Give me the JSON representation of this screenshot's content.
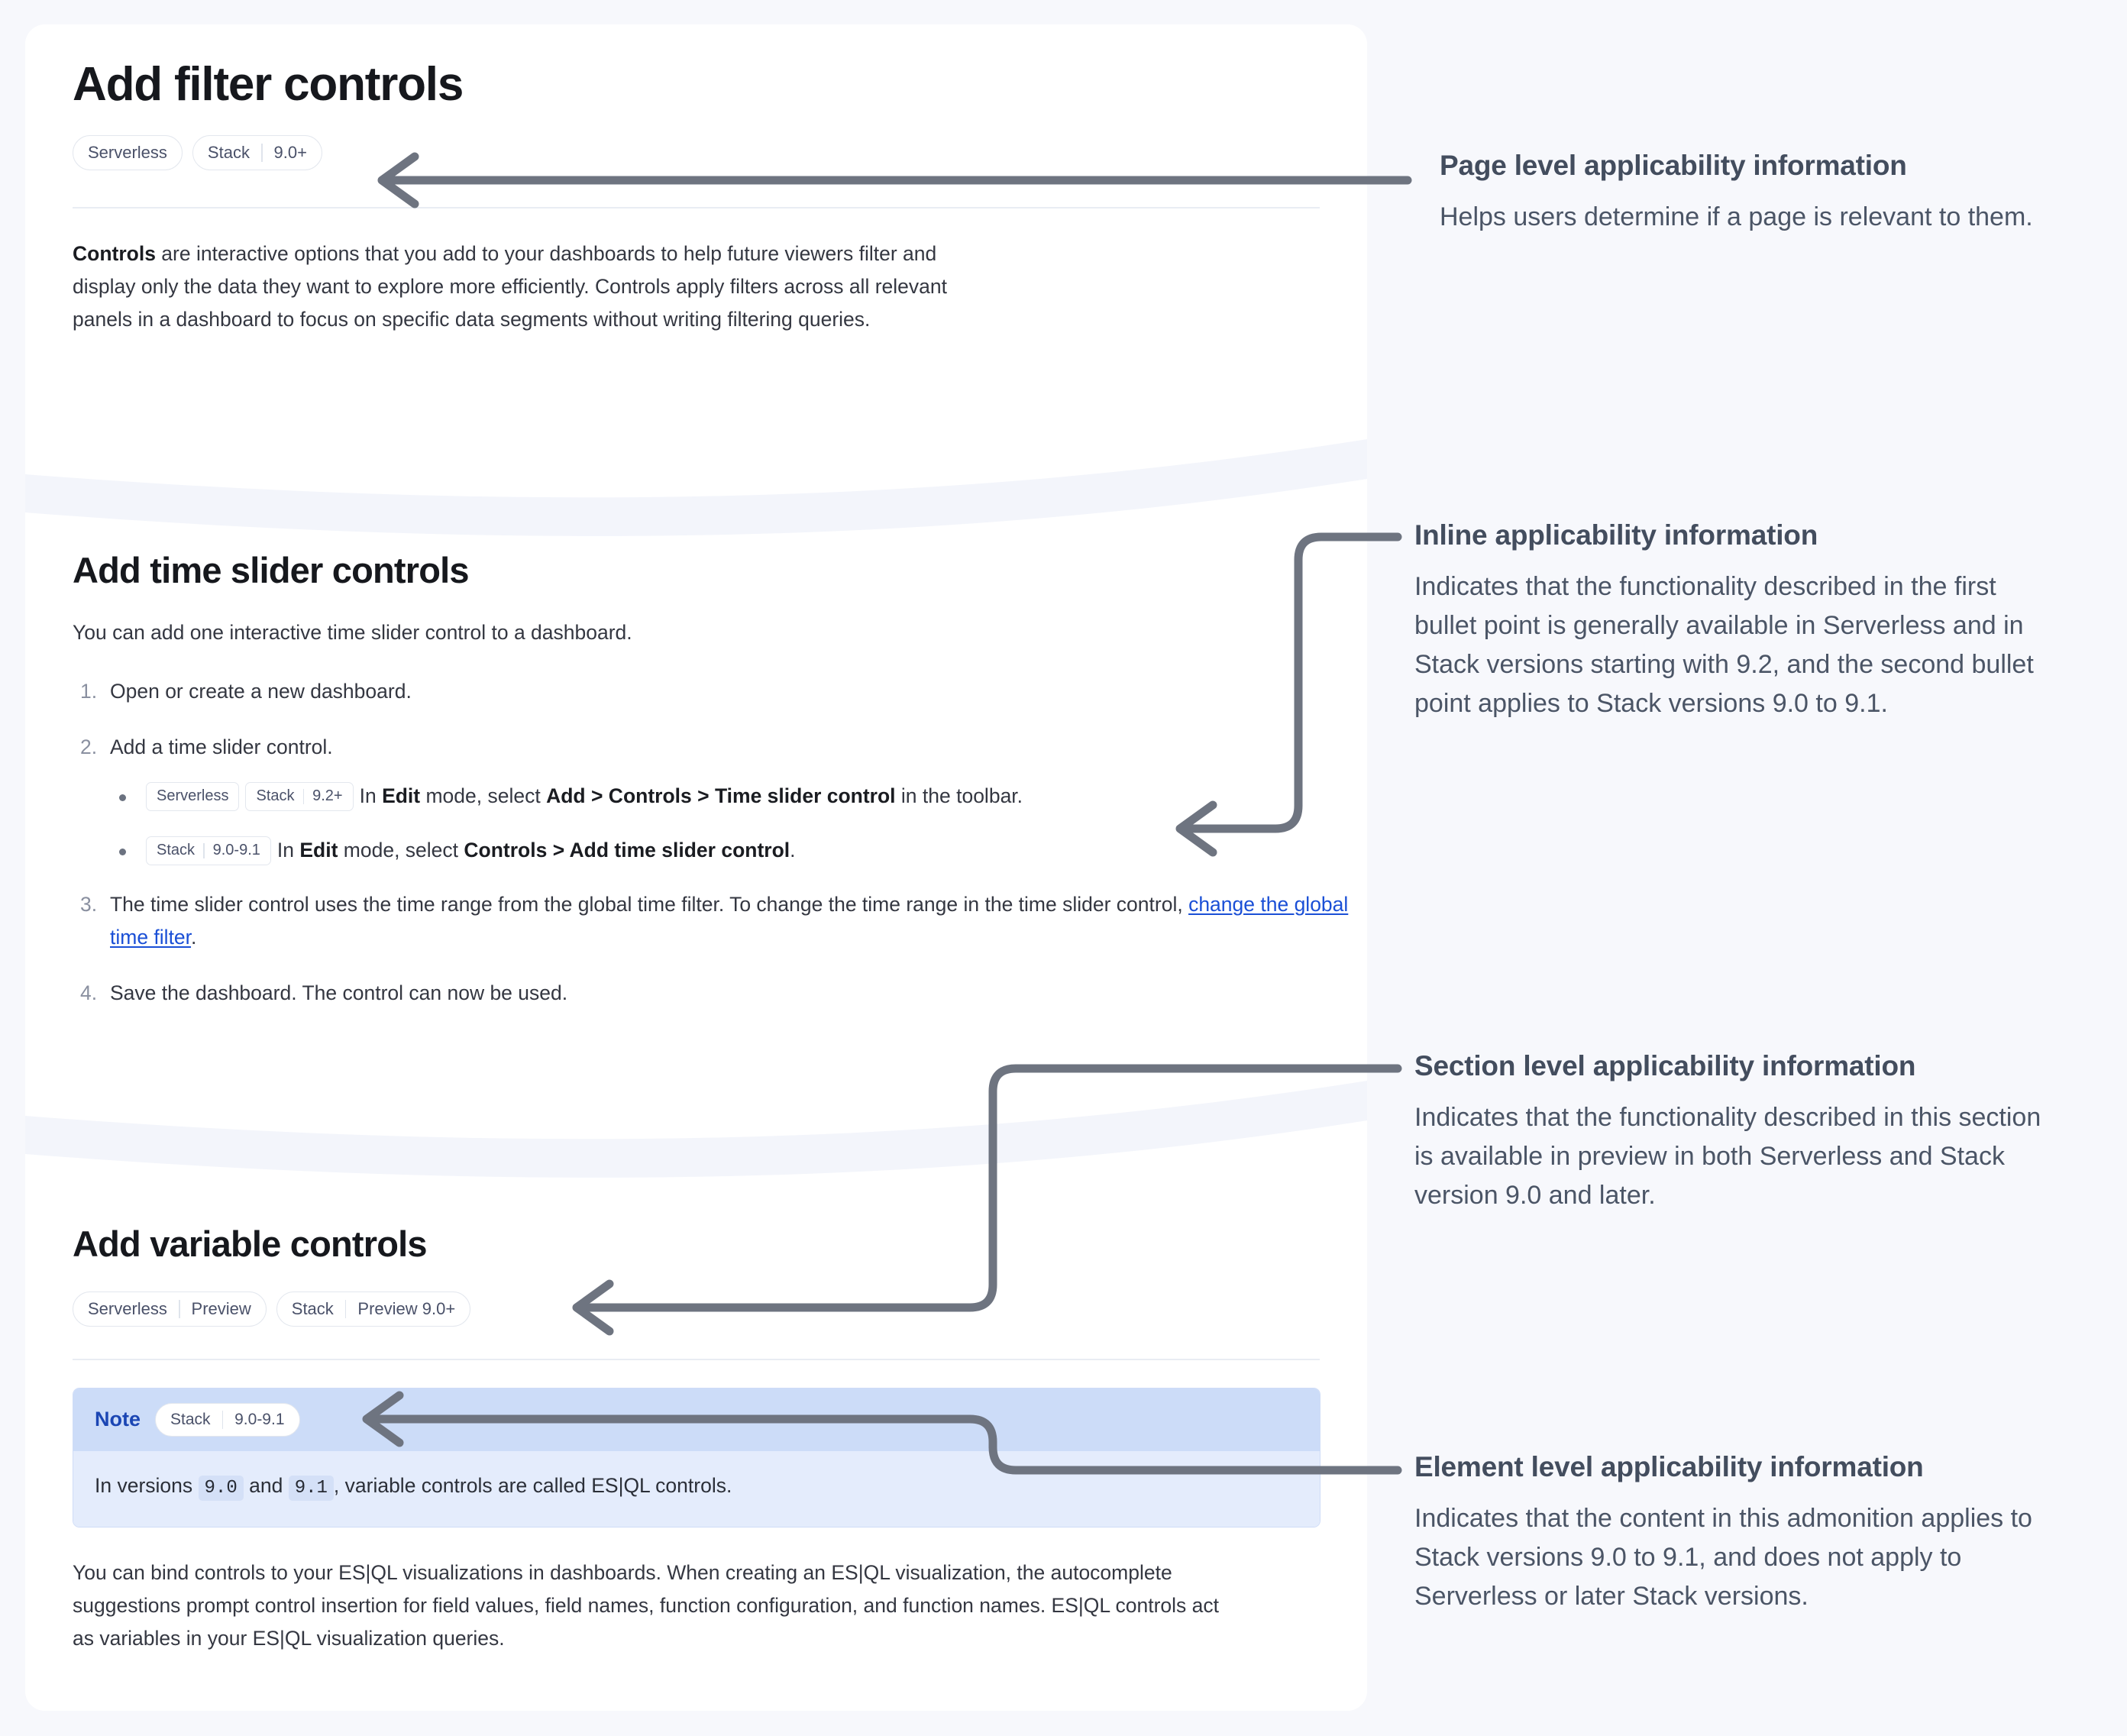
{
  "colors": {
    "page_background": "#f7f8fc",
    "card_background": "#ffffff",
    "heading": "#16181d",
    "body_text": "#343741",
    "badge_text": "#4a5169",
    "badge_border": "#e3e7ee",
    "link": "#1a4fd6",
    "note_header": "#ccdcf8",
    "note_body": "#e4ecfc",
    "note_title": "#1b46b4",
    "annotation_title": "#434d5e",
    "annotation_body": "#4b5566",
    "connector": "#6e7480"
  },
  "doc": {
    "page_title": "Add filter controls",
    "page_badges": [
      {
        "name": "Serverless",
        "version": ""
      },
      {
        "name": "Stack",
        "version": "9.0+"
      }
    ],
    "intro": {
      "lead": "Controls",
      "rest": " are interactive options that you add to your dashboards to help future viewers filter and display only the data they want to explore more efficiently. Controls apply filters across all relevant panels in a dashboard to focus on specific data segments without writing filtering queries."
    },
    "section_time_slider": {
      "heading": "Add time slider controls",
      "intro": "You can add one interactive time slider control to a dashboard.",
      "steps": [
        {
          "text": "Open or create a new dashboard."
        },
        {
          "text": "Add a time slider control.",
          "sub_items": [
            {
              "badges": [
                {
                  "name": "Serverless",
                  "version": ""
                },
                {
                  "name": "Stack",
                  "version": "9.2+"
                }
              ],
              "parts": [
                {
                  "t": "In ",
                  "b": false
                },
                {
                  "t": "Edit",
                  "b": true
                },
                {
                  "t": " mode, select ",
                  "b": false
                },
                {
                  "t": "Add > Controls > Time slider control",
                  "b": true
                },
                {
                  "t": " in the toolbar.",
                  "b": false
                }
              ]
            },
            {
              "badges": [
                {
                  "name": "Stack",
                  "version": "9.0-9.1"
                }
              ],
              "parts": [
                {
                  "t": "In ",
                  "b": false
                },
                {
                  "t": "Edit",
                  "b": true
                },
                {
                  "t": " mode, select ",
                  "b": false
                },
                {
                  "t": "Controls > Add time slider control",
                  "b": true
                },
                {
                  "t": ".",
                  "b": false
                }
              ]
            }
          ]
        },
        {
          "text_before": "The time slider control uses the time range from the global time filter. To change the time range in the time slider control, ",
          "link": "change the global time filter",
          "text_after": "."
        },
        {
          "text": "Save the dashboard. The control can now be used."
        }
      ]
    },
    "section_variable": {
      "heading": "Add variable controls",
      "badges": [
        {
          "name": "Serverless",
          "version": "Preview"
        },
        {
          "name": "Stack",
          "version": "Preview 9.0+"
        }
      ],
      "note": {
        "title": "Note",
        "badges": [
          {
            "name": "Stack",
            "version": "9.0-9.1"
          }
        ],
        "body_parts": [
          {
            "t": "In versions ",
            "code": false
          },
          {
            "t": "9.0",
            "code": true
          },
          {
            "t": " and ",
            "code": false
          },
          {
            "t": "9.1",
            "code": true
          },
          {
            "t": ", variable controls are called ES|QL controls.",
            "code": false
          }
        ]
      },
      "paragraph": "You can bind controls to your ES|QL visualizations in dashboards. When creating an ES|QL visualization, the autocomplete suggestions prompt control insertion for field values, field names, function configuration, and function names. ES|QL controls act as variables in your ES|QL visualization queries."
    }
  },
  "annotations": [
    {
      "id": "page-level",
      "title": "Page level applicability information",
      "body": "Helps users determine if a page is relevant to them."
    },
    {
      "id": "inline",
      "title": "Inline applicability information",
      "body": "Indicates that the functionality described in the first bullet point is generally available in Serverless and in Stack versions starting with 9.2, and the second bullet point applies to Stack versions 9.0 to 9.1."
    },
    {
      "id": "section-level",
      "title": "Section level applicability information",
      "body": "Indicates that the functionality described in this section is available in preview in both Serverless and Stack version 9.0 and later."
    },
    {
      "id": "element-level",
      "title": "Element level applicability information",
      "body": "Indicates that the content in this admonition applies to Stack versions 9.0 to 9.1, and does not apply to Serverless or later Stack versions."
    }
  ]
}
